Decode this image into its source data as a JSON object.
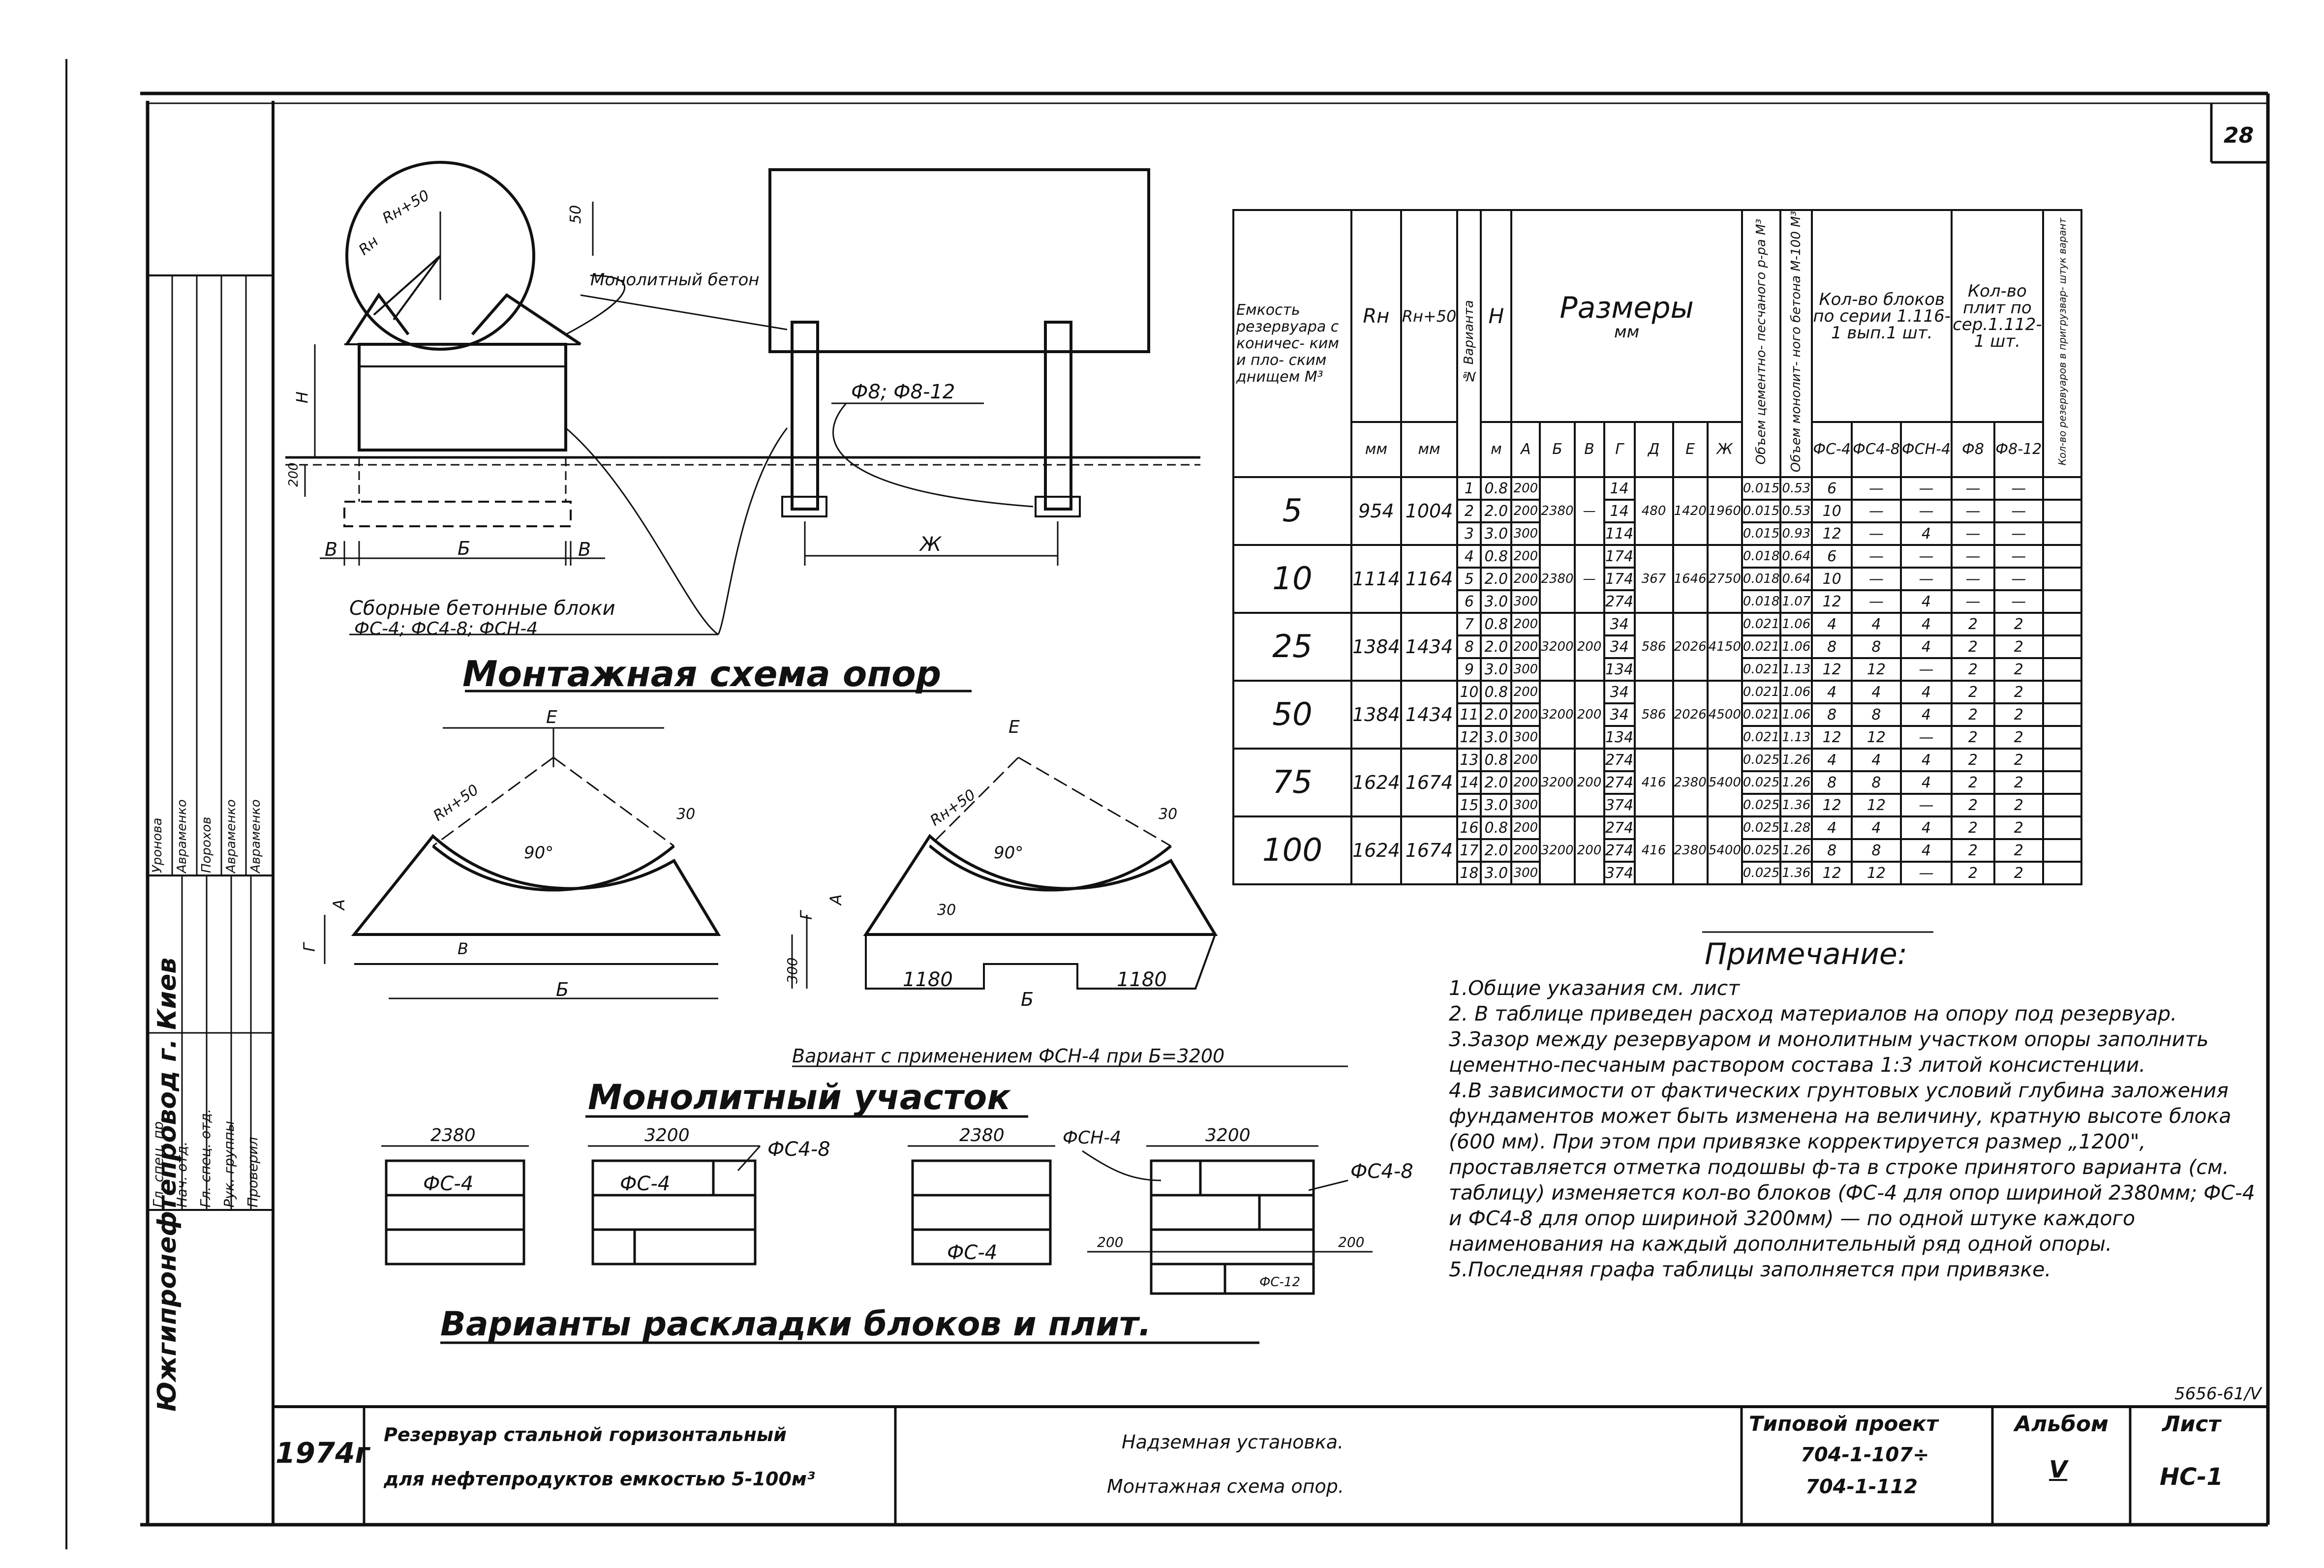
{
  "sheet_number": "28",
  "drawing_code": "5656-61/V",
  "labels": {
    "rn_plus_50": "Rн+50",
    "rn": "Rн",
    "dim_50": "50",
    "dim_h": "Н",
    "dim_200": "200",
    "monolithic_concrete": "Монолитный бетон",
    "b_left": "В",
    "b_mid": "Б",
    "b_right": "В",
    "zh": "Ж",
    "fsection": "Ф8; Ф8-12",
    "precast_blocks": "Сборные бетонные блоки",
    "precast_types": "ФС-4; ФС4-8; ФСН-4",
    "scheme_title": "Монтажная схема опор",
    "e_left": "Е",
    "e_right": "Е",
    "rn50_left": "Rн+50",
    "rn50_right": "Rн+50",
    "deg_left": "90°",
    "deg_right": "90°",
    "dim30_left": "30",
    "dim30_right": "30",
    "dim30_right2": "30",
    "g_left": "Г",
    "a_left": "А",
    "v_left": "В",
    "b_left_bottom": "Б",
    "g_right": "Г",
    "a_right": "А",
    "dim300": "300",
    "dim1180_l": "1180",
    "dim1180_r": "1180",
    "b_right_bottom": "Б",
    "variant_fsn": "Вариант с применением ФСН-4 при Б=3200",
    "monolithic_section": "Монолитный участок",
    "d2380_a": "2380",
    "fs4_a": "ФС-4",
    "d3200_a": "3200",
    "fs4_b": "ФС-4",
    "fs48_a": "ФС4-8",
    "d2380_b": "2380",
    "fsn4": "ФСН-4",
    "fs4_c": "ФС-4",
    "d3200_b": "3200",
    "fs48_b": "ФС4-8",
    "d200_l": "200",
    "d200_r": "200",
    "fc12": "ФС-12",
    "layout_title": "Варианты раскладки блоков и плит."
  },
  "table": {
    "headers": {
      "capacity": "Емкость резервуара с коничес- ким и пло- ским днищем М³",
      "rn": "Rн",
      "rn50": "Rн+50",
      "variant": "№ Варианта",
      "h": "Н",
      "sizes": "Размеры",
      "sizes_unit": "мм",
      "vol1": "Объем цементно- песчаного р-ра М³",
      "vol2": "Объем монолит- ного бетона М-100 М³",
      "blocks": "Кол-во блоков по серии 1.116-1 вып.1 шт.",
      "plates": "Кол-во плит по сер.1.112-1 шт.",
      "anchor": "Кол-во резервуаров в пригрузвар- штук варант"
    },
    "units": {
      "rn": "мм",
      "rn50": "мм",
      "h": "м"
    },
    "letters": [
      "А",
      "Б",
      "В",
      "Г",
      "Д",
      "Е",
      "Ж"
    ],
    "block_types": [
      "ФС-4",
      "ФС4-8",
      "ФСН-4"
    ],
    "plate_types": [
      "Ф8",
      "Ф8-12"
    ],
    "groups": [
      {
        "cap": "5",
        "rn": "954",
        "rn50": "1004",
        "b": "2380",
        "v": "—",
        "d": "480",
        "e": "1420",
        "zh": "1960",
        "rows": [
          {
            "n": "1",
            "h": "0.8",
            "a": "200",
            "g": "14",
            "v1": "0.015",
            "v2": "0.53",
            "fs4": "6",
            "fs48": "—",
            "fsn4": "—",
            "f8": "—",
            "f812": "—"
          },
          {
            "n": "2",
            "h": "2.0",
            "a": "200",
            "g": "14",
            "v1": "0.015",
            "v2": "0.53",
            "fs4": "10",
            "fs48": "—",
            "fsn4": "—",
            "f8": "—",
            "f812": "—"
          },
          {
            "n": "3",
            "h": "3.0",
            "a": "300",
            "g": "114",
            "v1": "0.015",
            "v2": "0.93",
            "fs4": "12",
            "fs48": "—",
            "fsn4": "4",
            "f8": "—",
            "f812": "—"
          }
        ]
      },
      {
        "cap": "10",
        "rn": "1114",
        "rn50": "1164",
        "b": "2380",
        "v": "—",
        "d": "367",
        "e": "1646",
        "zh": "2750",
        "rows": [
          {
            "n": "4",
            "h": "0.8",
            "a": "200",
            "g": "174",
            "v1": "0.018",
            "v2": "0.64",
            "fs4": "6",
            "fs48": "—",
            "fsn4": "—",
            "f8": "—",
            "f812": "—"
          },
          {
            "n": "5",
            "h": "2.0",
            "a": "200",
            "g": "174",
            "v1": "0.018",
            "v2": "0.64",
            "fs4": "10",
            "fs48": "—",
            "fsn4": "—",
            "f8": "—",
            "f812": "—"
          },
          {
            "n": "6",
            "h": "3.0",
            "a": "300",
            "g": "274",
            "v1": "0.018",
            "v2": "1.07",
            "fs4": "12",
            "fs48": "—",
            "fsn4": "4",
            "f8": "—",
            "f812": "—"
          }
        ]
      },
      {
        "cap": "25",
        "rn": "1384",
        "rn50": "1434",
        "b": "3200",
        "v": "200",
        "d": "586",
        "e": "2026",
        "zh": "4150",
        "rows": [
          {
            "n": "7",
            "h": "0.8",
            "a": "200",
            "g": "34",
            "v1": "0.021",
            "v2": "1.06",
            "fs4": "4",
            "fs48": "4",
            "fsn4": "4",
            "f8": "2",
            "f812": "2"
          },
          {
            "n": "8",
            "h": "2.0",
            "a": "200",
            "g": "34",
            "v1": "0.021",
            "v2": "1.06",
            "fs4": "8",
            "fs48": "8",
            "fsn4": "4",
            "f8": "2",
            "f812": "2"
          },
          {
            "n": "9",
            "h": "3.0",
            "a": "300",
            "g": "134",
            "v1": "0.021",
            "v2": "1.13",
            "fs4": "12",
            "fs48": "12",
            "fsn4": "—",
            "f8": "2",
            "f812": "2"
          }
        ]
      },
      {
        "cap": "50",
        "rn": "1384",
        "rn50": "1434",
        "b": "3200",
        "v": "200",
        "d": "586",
        "e": "2026",
        "zh": "4500",
        "rows": [
          {
            "n": "10",
            "h": "0.8",
            "a": "200",
            "g": "34",
            "v1": "0.021",
            "v2": "1.06",
            "fs4": "4",
            "fs48": "4",
            "fsn4": "4",
            "f8": "2",
            "f812": "2"
          },
          {
            "n": "11",
            "h": "2.0",
            "a": "200",
            "g": "34",
            "v1": "0.021",
            "v2": "1.06",
            "fs4": "8",
            "fs48": "8",
            "fsn4": "4",
            "f8": "2",
            "f812": "2"
          },
          {
            "n": "12",
            "h": "3.0",
            "a": "300",
            "g": "134",
            "v1": "0.021",
            "v2": "1.13",
            "fs4": "12",
            "fs48": "12",
            "fsn4": "—",
            "f8": "2",
            "f812": "2"
          }
        ]
      },
      {
        "cap": "75",
        "rn": "1624",
        "rn50": "1674",
        "b": "3200",
        "v": "200",
        "d": "416",
        "e": "2380",
        "zh": "5400",
        "rows": [
          {
            "n": "13",
            "h": "0.8",
            "a": "200",
            "g": "274",
            "v1": "0.025",
            "v2": "1.26",
            "fs4": "4",
            "fs48": "4",
            "fsn4": "4",
            "f8": "2",
            "f812": "2"
          },
          {
            "n": "14",
            "h": "2.0",
            "a": "200",
            "g": "274",
            "v1": "0.025",
            "v2": "1.26",
            "fs4": "8",
            "fs48": "8",
            "fsn4": "4",
            "f8": "2",
            "f812": "2"
          },
          {
            "n": "15",
            "h": "3.0",
            "a": "300",
            "g": "374",
            "v1": "0.025",
            "v2": "1.36",
            "fs4": "12",
            "fs48": "12",
            "fsn4": "—",
            "f8": "2",
            "f812": "2"
          }
        ]
      },
      {
        "cap": "100",
        "rn": "1624",
        "rn50": "1674",
        "b": "3200",
        "v": "200",
        "d": "416",
        "e": "2380",
        "zh": "5400",
        "rows": [
          {
            "n": "16",
            "h": "0.8",
            "a": "200",
            "g": "274",
            "v1": "0.025",
            "v2": "1.28",
            "fs4": "4",
            "fs48": "4",
            "fsn4": "4",
            "f8": "2",
            "f812": "2"
          },
          {
            "n": "17",
            "h": "2.0",
            "a": "200",
            "g": "274",
            "v1": "0.025",
            "v2": "1.26",
            "fs4": "8",
            "fs48": "8",
            "fsn4": "4",
            "f8": "2",
            "f812": "2"
          },
          {
            "n": "18",
            "h": "3.0",
            "a": "300",
            "g": "374",
            "v1": "0.025",
            "v2": "1.36",
            "fs4": "12",
            "fs48": "12",
            "fsn4": "—",
            "f8": "2",
            "f812": "2"
          }
        ]
      }
    ]
  },
  "notes": {
    "title": "Примечание:",
    "items": [
      "1.Общие указания см. лист",
      "2. В таблице приведен расход материалов на опору под резервуар.",
      "3.Зазор между резервуаром и монолитным участком опоры заполнить цементно-песчаным раствором состава 1:3 литой консистенции.",
      "4.В зависимости от фактических грунтовых условий глубина заложения фундаментов может быть изменена на величину, кратную высоте блока (600 мм). При этом при привязке корректируется размер „1200\", проставляется отметка подошвы ф-та в строке принятого варианта (см. таблицу) изменяется кол-во блоков (ФС-4 для опор шириной 2380мм; ФС-4 и ФС4-8 для опор шириной 3200мм) — по одной штуке каждого наименования на каждый дополнительный ряд одной опоры.",
      "5.Последняя графа таблицы заполняется при привязке."
    ]
  },
  "side_stamp": {
    "org": "Южгипронефтепровод г. Киев",
    "roles": [
      "Гл. спец. пр.",
      "Нач. отд.",
      "Гл. спец. отд.",
      "Рук. группы",
      "Проверил"
    ],
    "names": [
      "Уронова",
      "Авраменко",
      "Порохов",
      "Авраменко",
      "Авраменко"
    ]
  },
  "title_block": {
    "year": "1974г",
    "title_line1": "Резервуар стальной горизонтальный",
    "title_line2": "для нефтепродуктов емкостью 5-100м³",
    "desc_line1": "Надземная установка.",
    "desc_line2": "Монтажная схема опор.",
    "project_label": "Типовой проект",
    "project_line1": "704-1-107÷",
    "project_line2": "704-1-112",
    "album_label": "Альбом",
    "album_value": "V",
    "sheet_label": "Лист",
    "sheet_value": "НС-1"
  }
}
